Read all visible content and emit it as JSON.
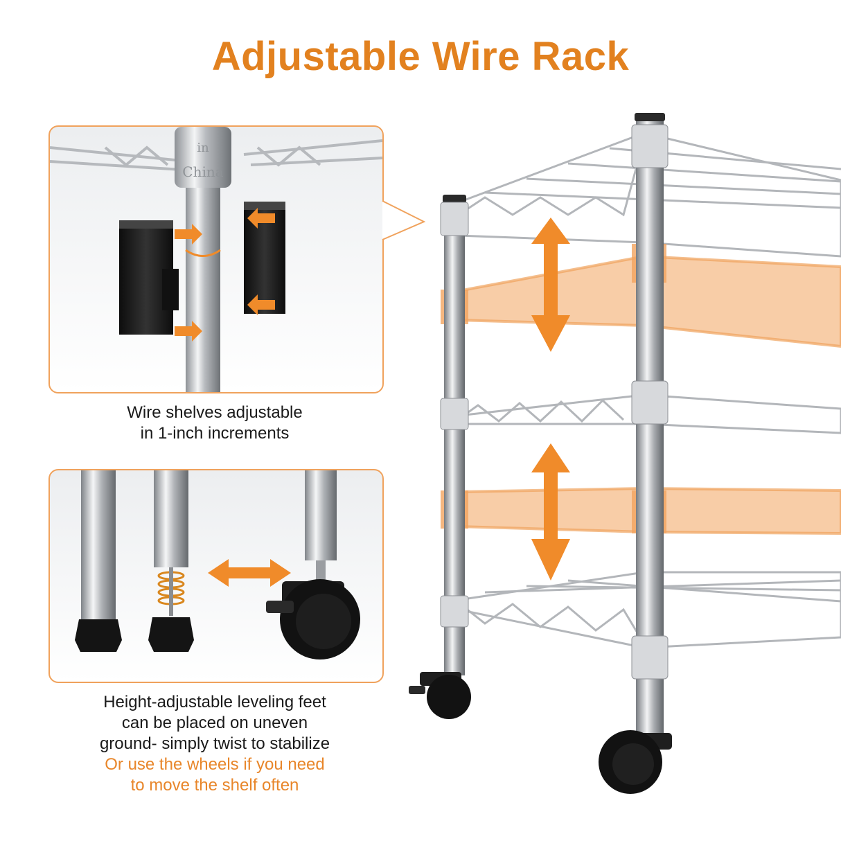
{
  "title": "Adjustable Wire Rack",
  "panel_top_caption": [
    "Wire shelves adjustable",
    "in 1-inch increments"
  ],
  "panel_bottom_caption": [
    "Height-adjustable leveling feet",
    "can be placed on uneven",
    "ground- simply twist to stabilize"
  ],
  "panel_bottom_caption_accent": [
    "Or use the wheels if you need",
    "to move the shelf often"
  ],
  "pole_engraving": "Made in China",
  "colors": {
    "accent": "#e2811f",
    "panel_border": "#f0a25c",
    "chrome": "#c9ccd0",
    "black_parts": "#1b1b1b"
  },
  "icons": [
    "up-down-arrow-icon",
    "left-right-arrow-icon",
    "caster-wheel-icon",
    "leveling-foot-icon",
    "shelf-clip-icon"
  ]
}
